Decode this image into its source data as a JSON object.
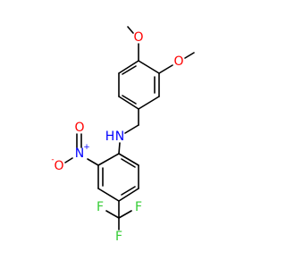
{
  "molecule": {
    "atoms": {
      "o_top": {
        "text": "O",
        "color": "#ff0000"
      },
      "o_right": {
        "text": "O",
        "color": "#ff0000"
      },
      "n_amine": {
        "text": "N",
        "color": "#0000ff"
      },
      "h_amine": {
        "text": "H",
        "color": "#0000ff"
      },
      "n_nitro": {
        "text": "N",
        "color": "#0000ff"
      },
      "n_nitro_charge": {
        "text": "+",
        "color": "#0000ff"
      },
      "o_nitro_top": {
        "text": "O",
        "color": "#ff0000"
      },
      "o_nitro_left": {
        "text": "O",
        "color": "#ff0000"
      },
      "o_nitro_charge": {
        "text": "-",
        "color": "#ff0000"
      },
      "f_left": {
        "text": "F",
        "color": "#33cc33"
      },
      "f_right": {
        "text": "F",
        "color": "#33cc33"
      },
      "f_bottom": {
        "text": "F",
        "color": "#33cc33"
      }
    },
    "bond_color": "#000000"
  }
}
